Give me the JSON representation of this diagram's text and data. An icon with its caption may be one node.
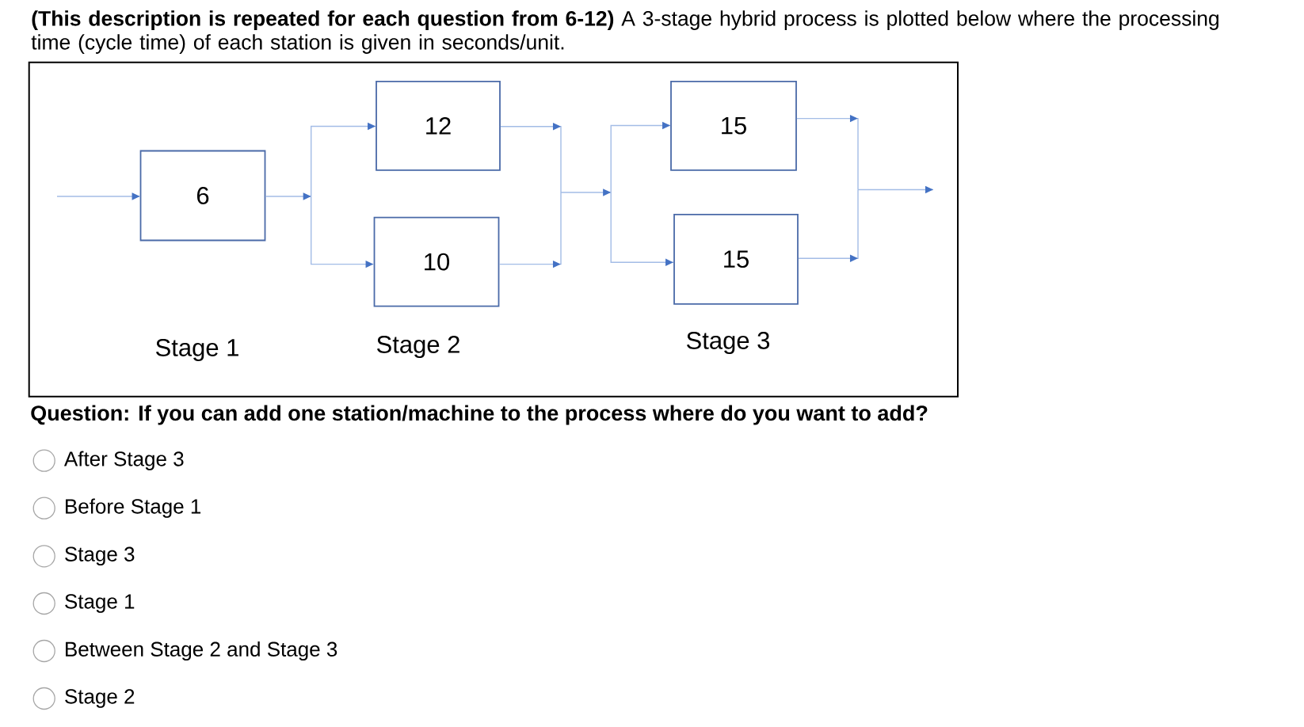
{
  "diagram": {
    "nodes": [
      {
        "text": [
          "6"
        ]
      },
      {
        "text": [
          "12"
        ]
      },
      {
        "text": [
          "10"
        ]
      },
      {
        "text": [
          "15"
        ]
      },
      {
        "text": [
          "15"
        ]
      }
    ],
    "edges": [
      {
        "from": null,
        "to": 0,
        "arrow": "to"
      },
      {
        "from": 0,
        "to": 1,
        "arrow": "to"
      },
      {
        "from": 0,
        "to": 2,
        "arrow": "to"
      },
      {
        "from": 1,
        "to": 3,
        "arrow": "to"
      },
      {
        "from": 1,
        "to": 4,
        "arrow": "to"
      },
      {
        "from": 2,
        "to": 3,
        "arrow": "to"
      },
      {
        "from": 2,
        "to": 4,
        "arrow": "to"
      },
      {
        "from": 3,
        "to": null,
        "arrow": "to"
      },
      {
        "from": 4,
        "to": null,
        "arrow": "to"
      }
    ],
    "labels": [
      "**(This description is repeated for each question from 6-12)** A 3-stage hybrid process is plotted below where the processing time (cycle time) of each station is given in seconds/unit.",
      "Stage 1",
      "Stage 2",
      "Stage 3",
      "Question: If you can add one station/machine to the process where do you want to add?",
      "After Stage 3",
      "Before Stage 1",
      "Stage 3",
      "Stage 1",
      "Between Stage 2 and Stage 3",
      "Stage 2"
    ]
  }
}
